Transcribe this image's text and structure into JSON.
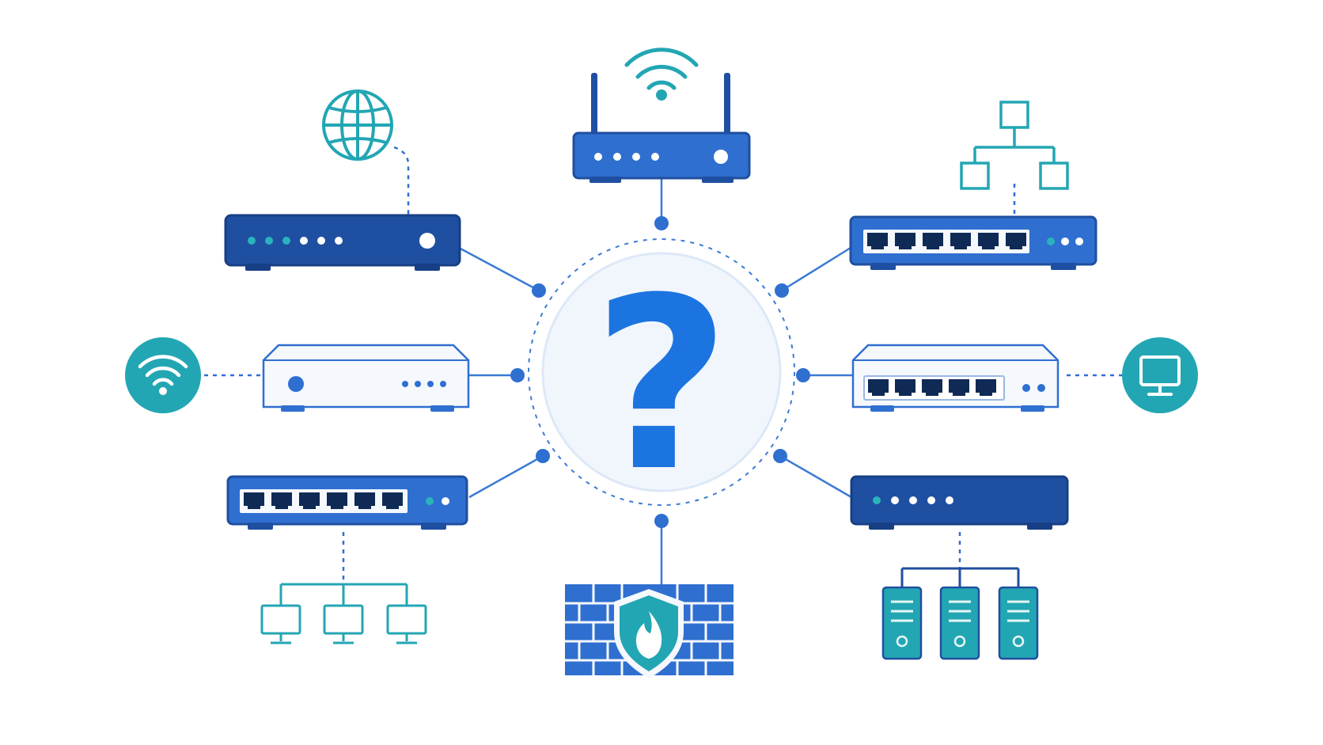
{
  "center": {
    "symbol": "?"
  },
  "devices": [
    {
      "id": "wireless-router",
      "kind": "router",
      "position": "top",
      "peripheral": "wifi-signal-icon"
    },
    {
      "id": "modem",
      "kind": "modem",
      "position": "top-left",
      "peripheral": "globe-icon"
    },
    {
      "id": "managed-switch",
      "kind": "switch",
      "position": "top-right",
      "peripheral": "hierarchy-icon"
    },
    {
      "id": "access-point",
      "kind": "access-point",
      "position": "left",
      "peripheral": "wifi-badge-icon"
    },
    {
      "id": "unmanaged-switch",
      "kind": "switch",
      "position": "right",
      "peripheral": "monitor-badge-icon"
    },
    {
      "id": "lan-switch",
      "kind": "switch",
      "position": "bottom-left",
      "peripheral": "computers-icon"
    },
    {
      "id": "server-gateway",
      "kind": "gateway",
      "position": "bottom-right",
      "peripheral": "servers-icon"
    },
    {
      "id": "firewall",
      "kind": "firewall",
      "position": "bottom",
      "peripheral": "shield-flame-icon"
    }
  ],
  "colors": {
    "dark_blue": "#1f4fa0",
    "mid_blue": "#2f6fd0",
    "bright_blue": "#1c74e0",
    "teal": "#23a6b3",
    "teal_light": "#2bb3bd",
    "circle_fill": "#f1f6fd",
    "circle_border": "#e3ecf8",
    "outline_white": "#f5f8fd",
    "port_dark": "#0f2a55",
    "line_blue": "#3a7bd5"
  }
}
